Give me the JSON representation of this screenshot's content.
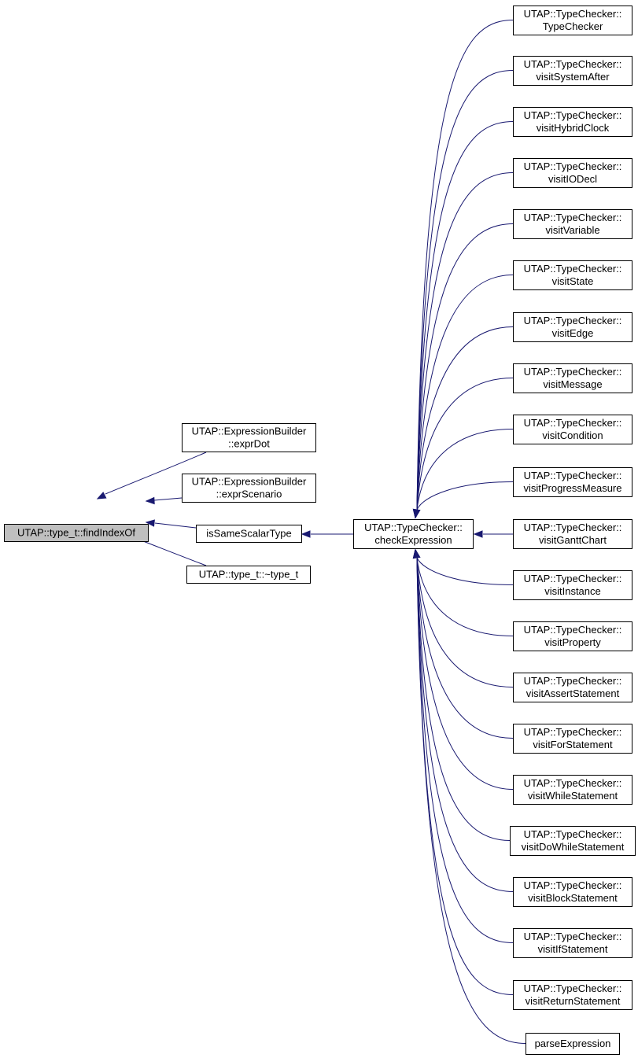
{
  "nodes": [
    {
      "id": "findIndexOf",
      "lines": [
        "UTAP::type_t::findIndexOf"
      ],
      "focus": true
    },
    {
      "id": "exprDot",
      "lines": [
        "UTAP::ExpressionBuilder",
        "::exprDot"
      ]
    },
    {
      "id": "exprScenario",
      "lines": [
        "UTAP::ExpressionBuilder",
        "::exprScenario"
      ]
    },
    {
      "id": "isSameScalarType",
      "lines": [
        "isSameScalarType"
      ]
    },
    {
      "id": "dtor",
      "lines": [
        "UTAP::type_t::~type_t"
      ]
    },
    {
      "id": "checkExpression",
      "lines": [
        "UTAP::TypeChecker::",
        "checkExpression"
      ]
    },
    {
      "id": "TypeChecker",
      "lines": [
        "UTAP::TypeChecker::",
        "TypeChecker"
      ]
    },
    {
      "id": "visitSystemAfter",
      "lines": [
        "UTAP::TypeChecker::",
        "visitSystemAfter"
      ]
    },
    {
      "id": "visitHybridClock",
      "lines": [
        "UTAP::TypeChecker::",
        "visitHybridClock"
      ]
    },
    {
      "id": "visitIODecl",
      "lines": [
        "UTAP::TypeChecker::",
        "visitIODecl"
      ]
    },
    {
      "id": "visitVariable",
      "lines": [
        "UTAP::TypeChecker::",
        "visitVariable"
      ]
    },
    {
      "id": "visitState",
      "lines": [
        "UTAP::TypeChecker::",
        "visitState"
      ]
    },
    {
      "id": "visitEdge",
      "lines": [
        "UTAP::TypeChecker::",
        "visitEdge"
      ]
    },
    {
      "id": "visitMessage",
      "lines": [
        "UTAP::TypeChecker::",
        "visitMessage"
      ]
    },
    {
      "id": "visitCondition",
      "lines": [
        "UTAP::TypeChecker::",
        "visitCondition"
      ]
    },
    {
      "id": "visitProgressMeasure",
      "lines": [
        "UTAP::TypeChecker::",
        "visitProgressMeasure"
      ]
    },
    {
      "id": "visitGanttChart",
      "lines": [
        "UTAP::TypeChecker::",
        "visitGanttChart"
      ]
    },
    {
      "id": "visitInstance",
      "lines": [
        "UTAP::TypeChecker::",
        "visitInstance"
      ]
    },
    {
      "id": "visitProperty",
      "lines": [
        "UTAP::TypeChecker::",
        "visitProperty"
      ]
    },
    {
      "id": "visitAssertStatement",
      "lines": [
        "UTAP::TypeChecker::",
        "visitAssertStatement"
      ]
    },
    {
      "id": "visitForStatement",
      "lines": [
        "UTAP::TypeChecker::",
        "visitForStatement"
      ]
    },
    {
      "id": "visitWhileStatement",
      "lines": [
        "UTAP::TypeChecker::",
        "visitWhileStatement"
      ]
    },
    {
      "id": "visitDoWhileStatement",
      "lines": [
        "UTAP::TypeChecker::",
        "visitDoWhileStatement"
      ]
    },
    {
      "id": "visitBlockStatement",
      "lines": [
        "UTAP::TypeChecker::",
        "visitBlockStatement"
      ]
    },
    {
      "id": "visitIfStatement",
      "lines": [
        "UTAP::TypeChecker::",
        "visitIfStatement"
      ]
    },
    {
      "id": "visitReturnStatement",
      "lines": [
        "UTAP::TypeChecker::",
        "visitReturnStatement"
      ]
    },
    {
      "id": "parseExpression",
      "lines": [
        "parseExpression"
      ]
    }
  ],
  "edges": [
    {
      "from": "exprDot",
      "to": "findIndexOf"
    },
    {
      "from": "exprScenario",
      "to": "findIndexOf"
    },
    {
      "from": "isSameScalarType",
      "to": "findIndexOf"
    },
    {
      "from": "dtor",
      "to": "findIndexOf"
    },
    {
      "from": "checkExpression",
      "to": "isSameScalarType"
    },
    {
      "from": "TypeChecker",
      "to": "checkExpression"
    },
    {
      "from": "visitSystemAfter",
      "to": "checkExpression"
    },
    {
      "from": "visitHybridClock",
      "to": "checkExpression"
    },
    {
      "from": "visitIODecl",
      "to": "checkExpression"
    },
    {
      "from": "visitVariable",
      "to": "checkExpression"
    },
    {
      "from": "visitState",
      "to": "checkExpression"
    },
    {
      "from": "visitEdge",
      "to": "checkExpression"
    },
    {
      "from": "visitMessage",
      "to": "checkExpression"
    },
    {
      "from": "visitCondition",
      "to": "checkExpression"
    },
    {
      "from": "visitProgressMeasure",
      "to": "checkExpression"
    },
    {
      "from": "visitGanttChart",
      "to": "checkExpression"
    },
    {
      "from": "visitInstance",
      "to": "checkExpression"
    },
    {
      "from": "visitProperty",
      "to": "checkExpression"
    },
    {
      "from": "visitAssertStatement",
      "to": "checkExpression"
    },
    {
      "from": "visitForStatement",
      "to": "checkExpression"
    },
    {
      "from": "visitWhileStatement",
      "to": "checkExpression"
    },
    {
      "from": "visitDoWhileStatement",
      "to": "checkExpression"
    },
    {
      "from": "visitBlockStatement",
      "to": "checkExpression"
    },
    {
      "from": "visitIfStatement",
      "to": "checkExpression"
    },
    {
      "from": "visitReturnStatement",
      "to": "checkExpression"
    },
    {
      "from": "parseExpression",
      "to": "checkExpression"
    }
  ],
  "colors": {
    "edge": "#191970",
    "focus_fill": "#bfbfbf",
    "node_fill": "#ffffff",
    "border": "#000000"
  }
}
